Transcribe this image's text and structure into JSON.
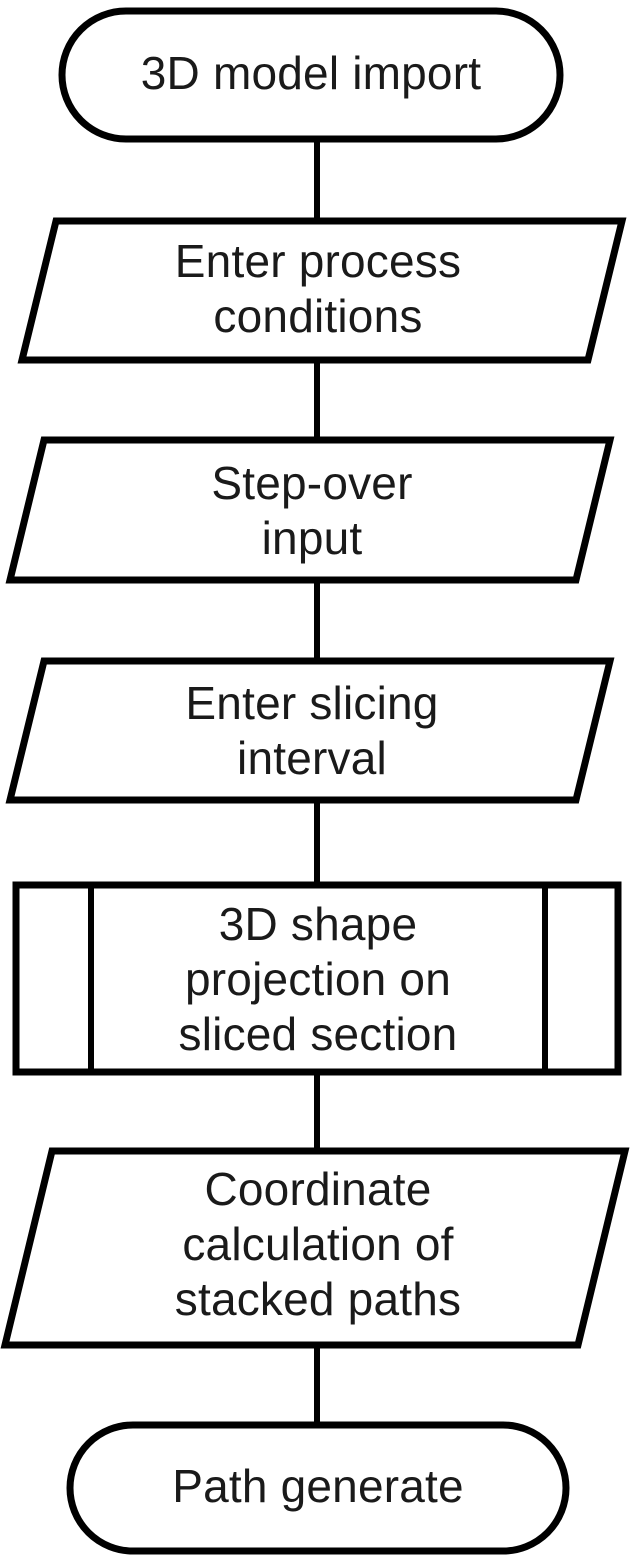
{
  "diagram": {
    "title": "Path generation process flowchart",
    "background_color": "#ffffff",
    "stroke_color": "#000000",
    "text_color": "#1a1a1a",
    "nodes": [
      {
        "id": "node-3d-model-import",
        "shape": "stadium",
        "role": "terminator",
        "lines": [
          "3D model import"
        ]
      },
      {
        "id": "node-enter-process-conditions",
        "shape": "parallelogram",
        "role": "input",
        "lines": [
          "Enter process",
          "conditions"
        ]
      },
      {
        "id": "node-step-over-input",
        "shape": "parallelogram",
        "role": "input",
        "lines": [
          "Step-over",
          "input"
        ]
      },
      {
        "id": "node-enter-slicing-interval",
        "shape": "parallelogram",
        "role": "input",
        "lines": [
          "Enter slicing",
          "interval"
        ]
      },
      {
        "id": "node-3d-shape-projection",
        "shape": "predefined-process",
        "role": "subroutine",
        "lines": [
          "3D shape",
          "projection on",
          "sliced section"
        ]
      },
      {
        "id": "node-coordinate-calculation",
        "shape": "parallelogram",
        "role": "input",
        "lines": [
          "Coordinate",
          "calculation of",
          "stacked paths"
        ]
      },
      {
        "id": "node-path-generate",
        "shape": "stadium",
        "role": "terminator",
        "lines": [
          "Path generate"
        ]
      }
    ],
    "connectors": [
      {
        "id": "connector-1",
        "from": "node-3d-model-import",
        "to": "node-enter-process-conditions"
      },
      {
        "id": "connector-2",
        "from": "node-enter-process-conditions",
        "to": "node-step-over-input"
      },
      {
        "id": "connector-3",
        "from": "node-step-over-input",
        "to": "node-enter-slicing-interval"
      },
      {
        "id": "connector-4",
        "from": "node-enter-slicing-interval",
        "to": "node-3d-shape-projection"
      },
      {
        "id": "connector-5",
        "from": "node-3d-shape-projection",
        "to": "node-coordinate-calculation"
      },
      {
        "id": "connector-6",
        "from": "node-coordinate-calculation",
        "to": "node-path-generate"
      }
    ],
    "labels": {
      "n0_l0": "3D model import",
      "n1_l0": "Enter process",
      "n1_l1": "conditions",
      "n2_l0": "Step-over",
      "n2_l1": "input",
      "n3_l0": "Enter slicing",
      "n3_l1": "interval",
      "n4_l0": "3D shape",
      "n4_l1": "projection on",
      "n4_l2": "sliced section",
      "n5_l0": "Coordinate",
      "n5_l1": "calculation of",
      "n5_l2": "stacked paths",
      "n6_l0": "Path generate"
    }
  }
}
